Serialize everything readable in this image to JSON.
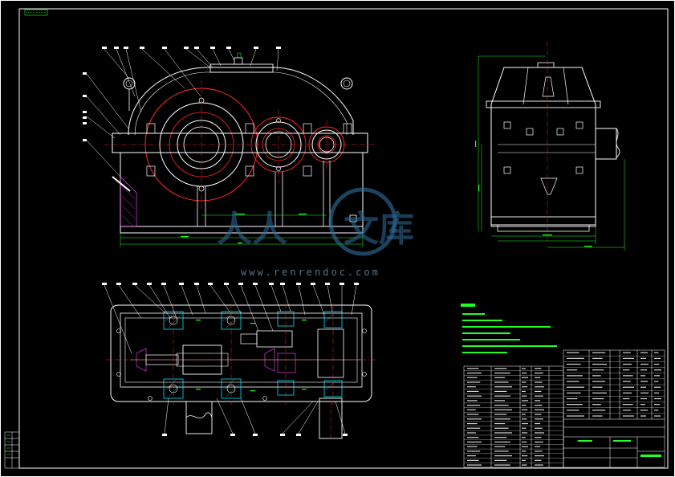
{
  "drawing": {
    "watermark": {
      "cn_text": "文库",
      "url_text": "www.renrendoc.com"
    },
    "leader_labels_front": [
      "",
      "",
      "",
      "",
      "",
      "",
      "",
      "",
      "",
      "",
      "",
      "",
      "",
      "",
      ""
    ],
    "colors": {
      "frame": "#ffffff",
      "outline": "#ffffff",
      "gear_circle": "#ff2a2a",
      "dimension": "#22ff22",
      "centerline": "#ff2a2a",
      "hatch": "#ff4dff",
      "bearing": "#00e5ff",
      "watermark": "#2e6f9e"
    },
    "title_block_rows": 12,
    "parts_list_rows": 22
  }
}
